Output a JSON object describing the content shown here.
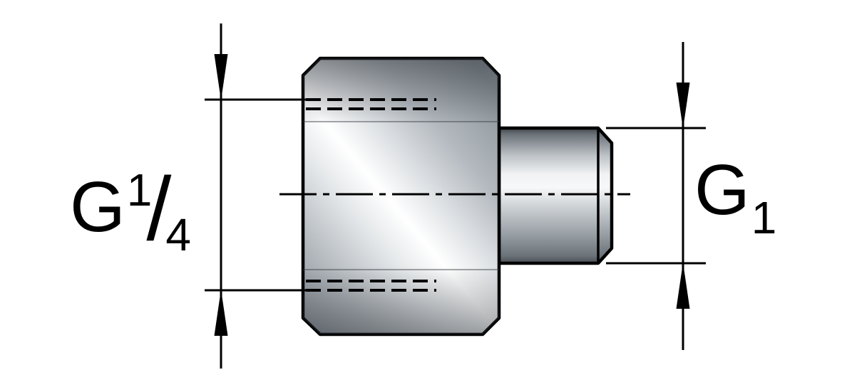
{
  "drawing": {
    "kind": "threaded-adapter-fitting-section-view"
  },
  "labels": {
    "left": {
      "base": "G",
      "sup": "1",
      "slash": "/",
      "sub": "4"
    },
    "right": {
      "base": "G",
      "sub": "1"
    }
  },
  "colors": {
    "background": "#ffffff",
    "line": "#000000",
    "metal_highlight": "#ffffff",
    "metal_mid": "#b4bac0",
    "metal_dark": "#878e95"
  }
}
